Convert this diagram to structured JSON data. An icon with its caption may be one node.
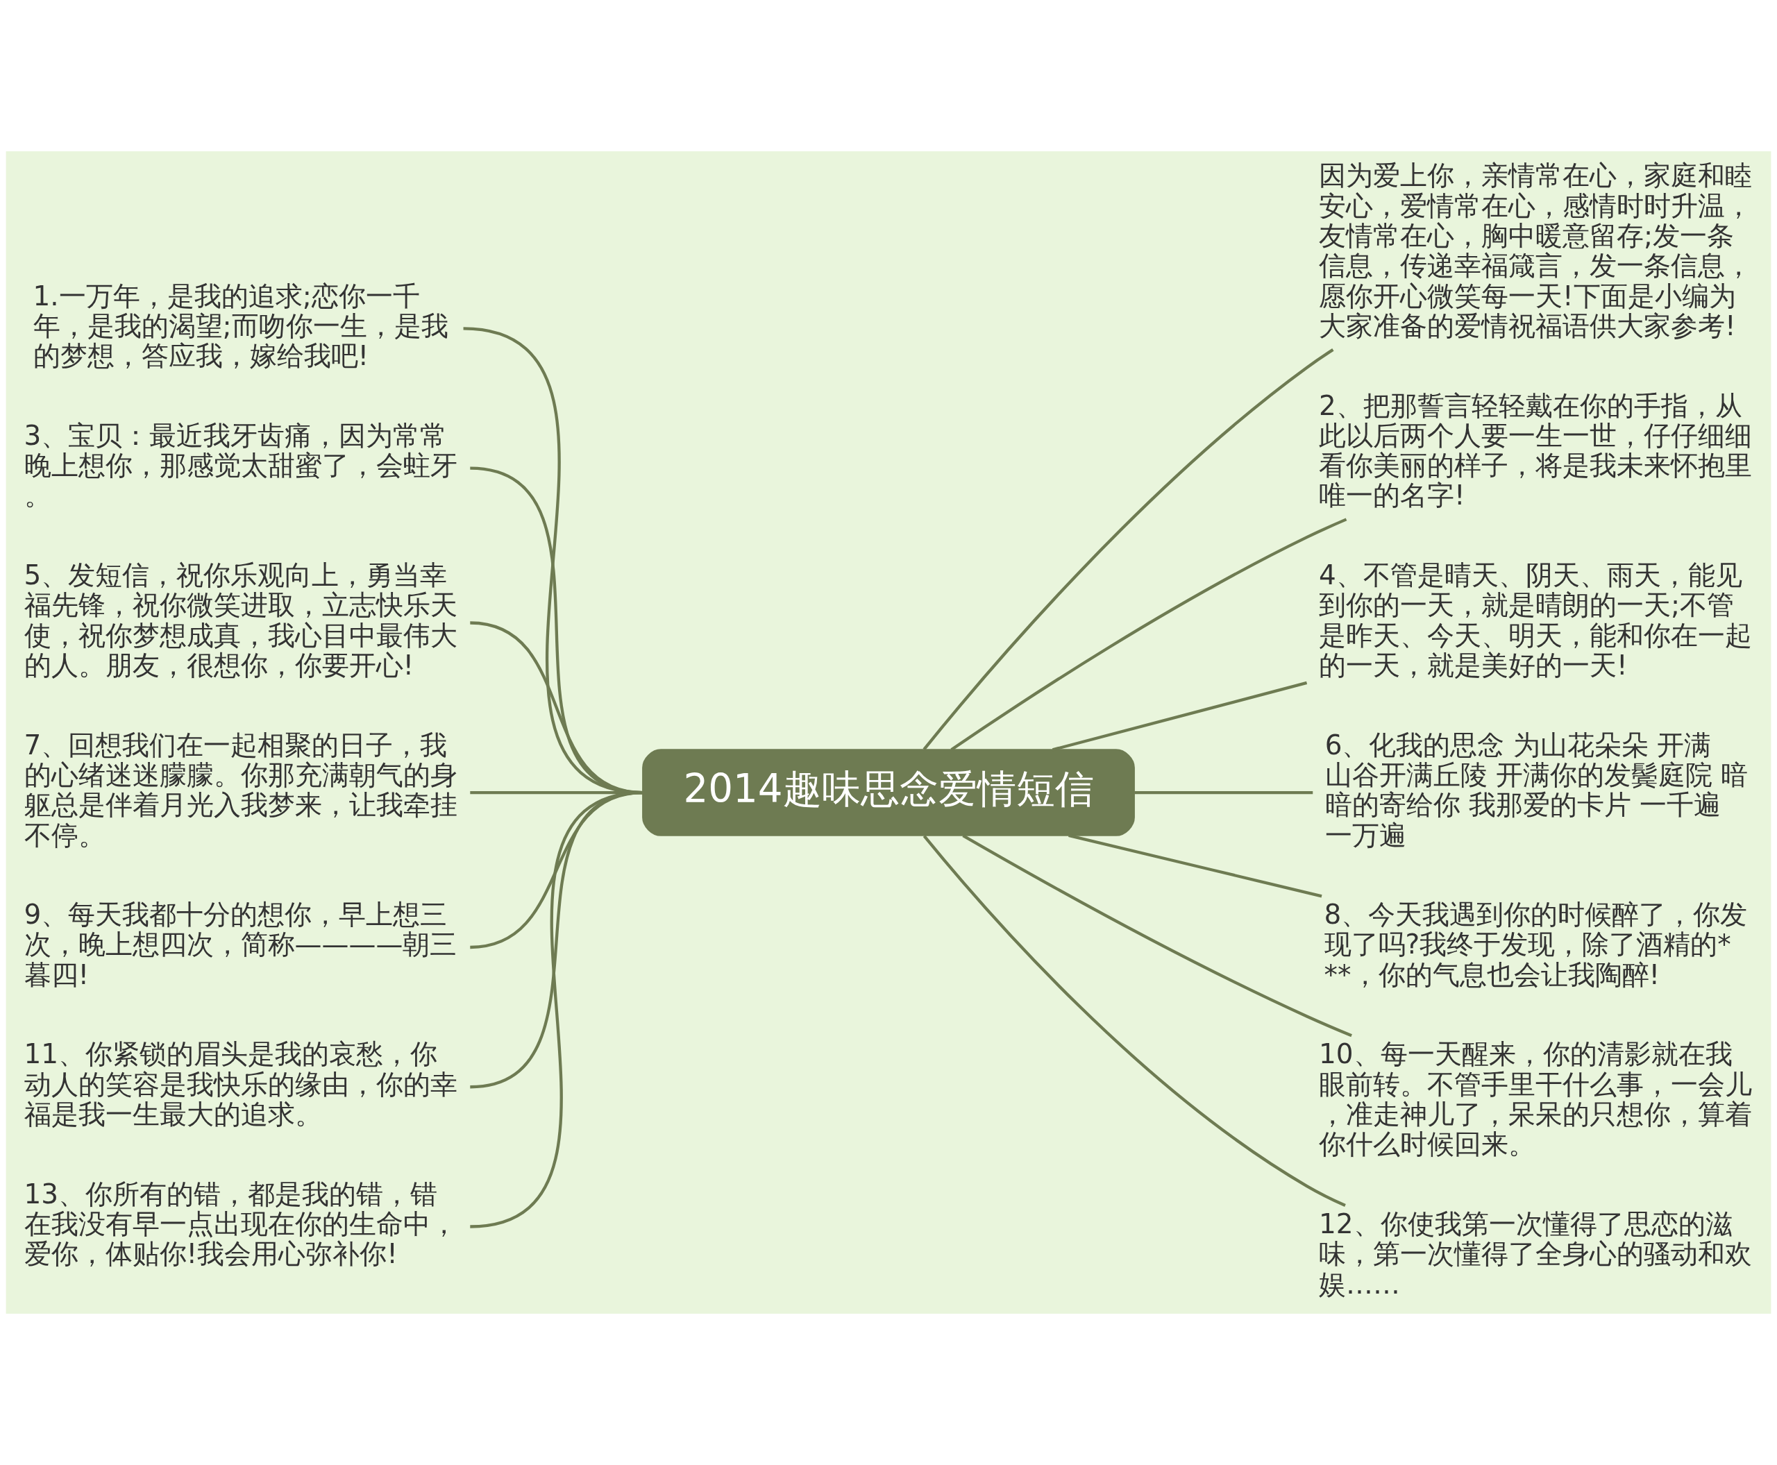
{
  "diagram": {
    "nodes": [
      {
        "text": [
          "2014趣味思念爱情短信"
        ]
      },
      {
        "text": [
          "1.一万年，是我的追求;恋你一千年，是我的渴望;而吻你一生，是我的梦想，答应我，嫁给我吧!"
        ]
      },
      {
        "text": [
          "3、宝贝：最近我牙齿痛，因为常常晚上想你，那感觉太甜蜜了，会蛀牙。"
        ]
      },
      {
        "text": [
          "5、发短信，祝你乐观向上，勇当幸福先锋，祝你微笑进取，立志快乐天使，祝你梦想成真，我心目中最伟大的人。朋友，很想你，你要开心!"
        ]
      },
      {
        "text": [
          "7、回想我们在一起相聚的日子，我的心绪迷迷朦朦。你那充满朝气的身躯总是伴着月光入我梦来，让我牵挂不停。"
        ]
      },
      {
        "text": [
          "9、每天我都十分的想你，早上想三次，晚上想四次，简称————朝三暮四!"
        ]
      },
      {
        "text": [
          "11、你紧锁的眉头是我的哀愁，你动人的笑容是我快乐的缘由，你的幸福是我一生最大的追求。"
        ]
      },
      {
        "text": [
          "13、你所有的错，都是我的错，错在我没有早一点出现在你的生命中，爱你，体贴你!我会用心弥补你!"
        ]
      },
      {
        "text": [
          "因为爱上你，亲情常在心，家庭和睦安心，爱情常在心，感情时时升温，友情常在心，胸中暖意留存;发一条信息，传递幸福箴言，发一条信息，愿你开心微笑每一天!下面是小编为大家准备的爱情祝福语供大家参考!"
        ]
      },
      {
        "text": [
          "2、把那誓言轻轻戴在你的手指，从此以后两个人要一生一世，仔仔细细看你美丽的样子，将是我未来怀抱里唯一的名字!"
        ]
      },
      {
        "text": [
          "4、不管是晴天、阴天、雨天，能见到你的一天，就是晴朗的一天;不管是昨天、今天、明天，能和你在一起的一天，就是美好的一天!"
        ]
      },
      {
        "text": [
          "6、化我的思念 为山花朵朵 开满山谷开满丘陵 开满你的发鬓庭院 暗暗的寄给你 我那爱的卡片 一千遍一万遍"
        ]
      },
      {
        "text": [
          "8、今天我遇到你的时候醉了，你发现了吗?我终于发现，除了酒精的***，你的气息也会让我陶醉!"
        ]
      },
      {
        "text": [
          "10、每一天醒来，你的清影就在我眼前转。不管手里干什么事，一会儿，准走神儿了，呆呆的只想你，算着你什么时候回来。"
        ]
      },
      {
        "text": [
          "12、你使我第一次懂得了思恋的滋味，第一次懂得了全身心的骚动和欢娱……"
        ]
      }
    ],
    "edges": [
      {
        "from": 0,
        "to": 1,
        "arrow": "none"
      },
      {
        "from": 0,
        "to": 2,
        "arrow": "none"
      },
      {
        "from": 0,
        "to": 3,
        "arrow": "none"
      },
      {
        "from": 0,
        "to": 4,
        "arrow": "none"
      },
      {
        "from": 0,
        "to": 5,
        "arrow": "none"
      },
      {
        "from": 0,
        "to": 6,
        "arrow": "none"
      },
      {
        "from": 0,
        "to": 7,
        "arrow": "none"
      },
      {
        "from": 0,
        "to": 8,
        "arrow": "none"
      },
      {
        "from": 0,
        "to": 9,
        "arrow": "none"
      },
      {
        "from": 0,
        "to": 10,
        "arrow": "none"
      },
      {
        "from": 0,
        "to": 11,
        "arrow": "none"
      },
      {
        "from": 0,
        "to": 12,
        "arrow": "none"
      },
      {
        "from": 0,
        "to": 13,
        "arrow": "none"
      },
      {
        "from": 0,
        "to": 14,
        "arrow": "none"
      }
    ]
  }
}
